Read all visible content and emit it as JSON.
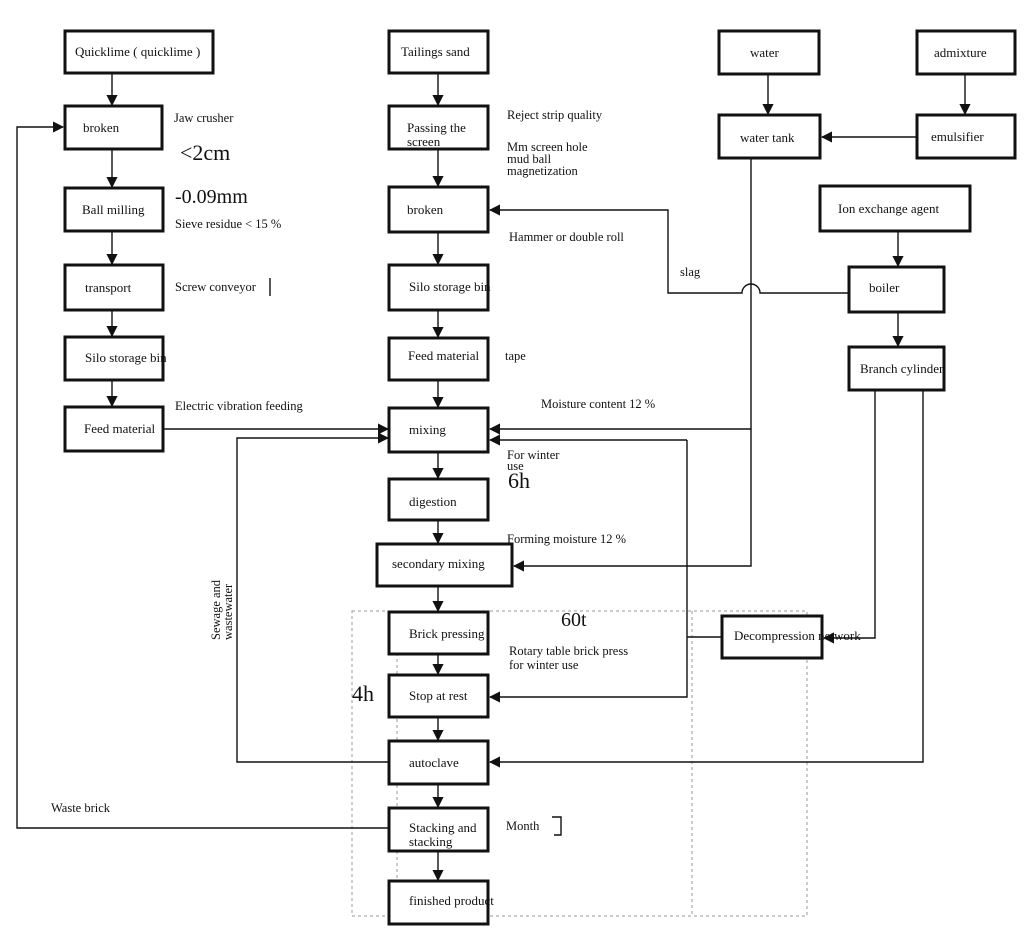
{
  "nodes": {
    "quicklime": "Quicklime ( quicklime )",
    "broken_left": "broken",
    "ball_milling": "Ball milling",
    "transport": "transport",
    "silo_left": "Silo storage bin",
    "feed_left": "Feed material",
    "tailings": "Tailings sand",
    "passing_screen": [
      "Passing the",
      "screen"
    ],
    "broken_mid": "broken",
    "silo_mid": "Silo storage bin",
    "feed_mid": "Feed material",
    "mixing": "mixing",
    "digestion": "digestion",
    "secondary_mixing": "secondary mixing",
    "brick_pressing": "Brick pressing",
    "stop_rest": "Stop at rest",
    "autoclave": "autoclave",
    "stacking": [
      "Stacking and",
      "stacking"
    ],
    "finished": "finished product",
    "water": "water",
    "admixture": "admixture",
    "water_tank": "water tank",
    "emulsifier": "emulsifier",
    "ion_exchange": "Ion exchange agent",
    "boiler": "boiler",
    "branch_cylinder": "Branch cylinder",
    "decompression": "Decompression network"
  },
  "notes": {
    "jaw_crusher": "Jaw crusher",
    "lt2cm": "<2cm",
    "mm009": "-0.09mm",
    "sieve_residue": "Sieve residue < 15 %",
    "screw_conveyor": "Screw conveyor",
    "electric_vibration": "Electric vibration feeding",
    "reject_strip": "Reject strip quality",
    "mm_screen": [
      "Mm screen hole",
      "mud ball",
      "magnetization"
    ],
    "hammer_roll": "Hammer or double roll",
    "slag": "slag",
    "tape": "tape",
    "moisture": "Moisture content 12 %",
    "winter_use": [
      "For winter",
      "use"
    ],
    "h6": "6h",
    "forming_moisture": "Forming moisture 12 %",
    "t60": "60t",
    "rotary_press": [
      "Rotary table brick press",
      "for winter use"
    ],
    "h4": "4h",
    "sewage": [
      "Sewage and",
      "wastewater"
    ],
    "waste_brick": "Waste brick",
    "month": "Month"
  }
}
